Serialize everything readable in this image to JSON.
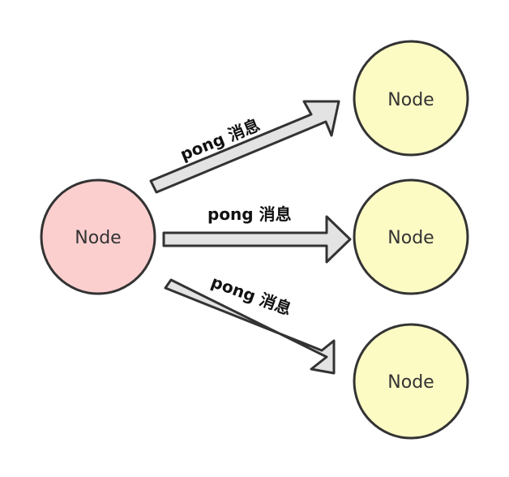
{
  "colors": {
    "source_fill": "#fccfcf",
    "target_fill": "#fcfbc4",
    "stroke": "#333333",
    "arrow_fill": "#e3e3e3"
  },
  "nodes": {
    "source": {
      "label": "Node"
    },
    "targets": [
      {
        "label": "Node"
      },
      {
        "label": "Node"
      },
      {
        "label": "Node"
      }
    ]
  },
  "edges": [
    {
      "from": "source",
      "to": "targets.0",
      "label": "pong 消息"
    },
    {
      "from": "source",
      "to": "targets.1",
      "label": "pong 消息"
    },
    {
      "from": "source",
      "to": "targets.2",
      "label": "pong 消息"
    }
  ]
}
